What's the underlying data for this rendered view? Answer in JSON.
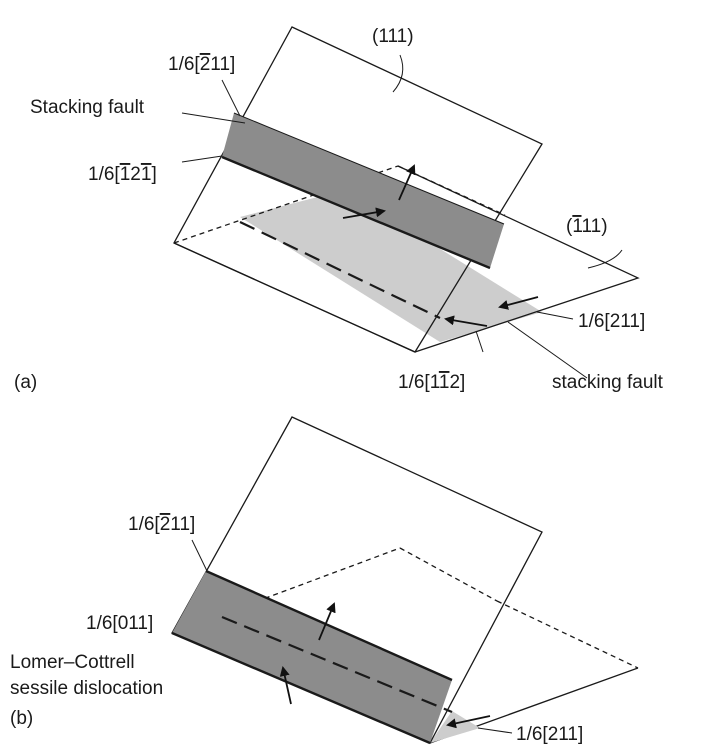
{
  "panel_a": {
    "panel_label": "(a)",
    "plane_upper_label": "(111)",
    "plane_lower_label_pre": "(",
    "plane_lower_label_bar": "1",
    "plane_lower_label_post": "11)",
    "stacking_fault_upper": "Stacking fault",
    "stacking_fault_lower": "stacking fault",
    "vec_top_pre": "1/6[",
    "vec_top_bar": "2",
    "vec_top_post": "11]",
    "vec_mid_pre": "1/6[",
    "vec_mid_bar1": "1",
    "vec_mid_mid": "2",
    "vec_mid_bar2": "1",
    "vec_mid_post": "]",
    "vec_right": "1/6[211]",
    "vec_bottom_pre": "1/6[1",
    "vec_bottom_bar": "1",
    "vec_bottom_post": "2]"
  },
  "panel_b": {
    "panel_label": "(b)",
    "vec_top_pre": "1/6[",
    "vec_top_bar": "2",
    "vec_top_post": "11]",
    "vec_left": "1/6[011]",
    "lomer_line1": "Lomer–Cottrell",
    "lomer_line2": "sessile dislocation",
    "vec_right": "1/6[211]"
  }
}
